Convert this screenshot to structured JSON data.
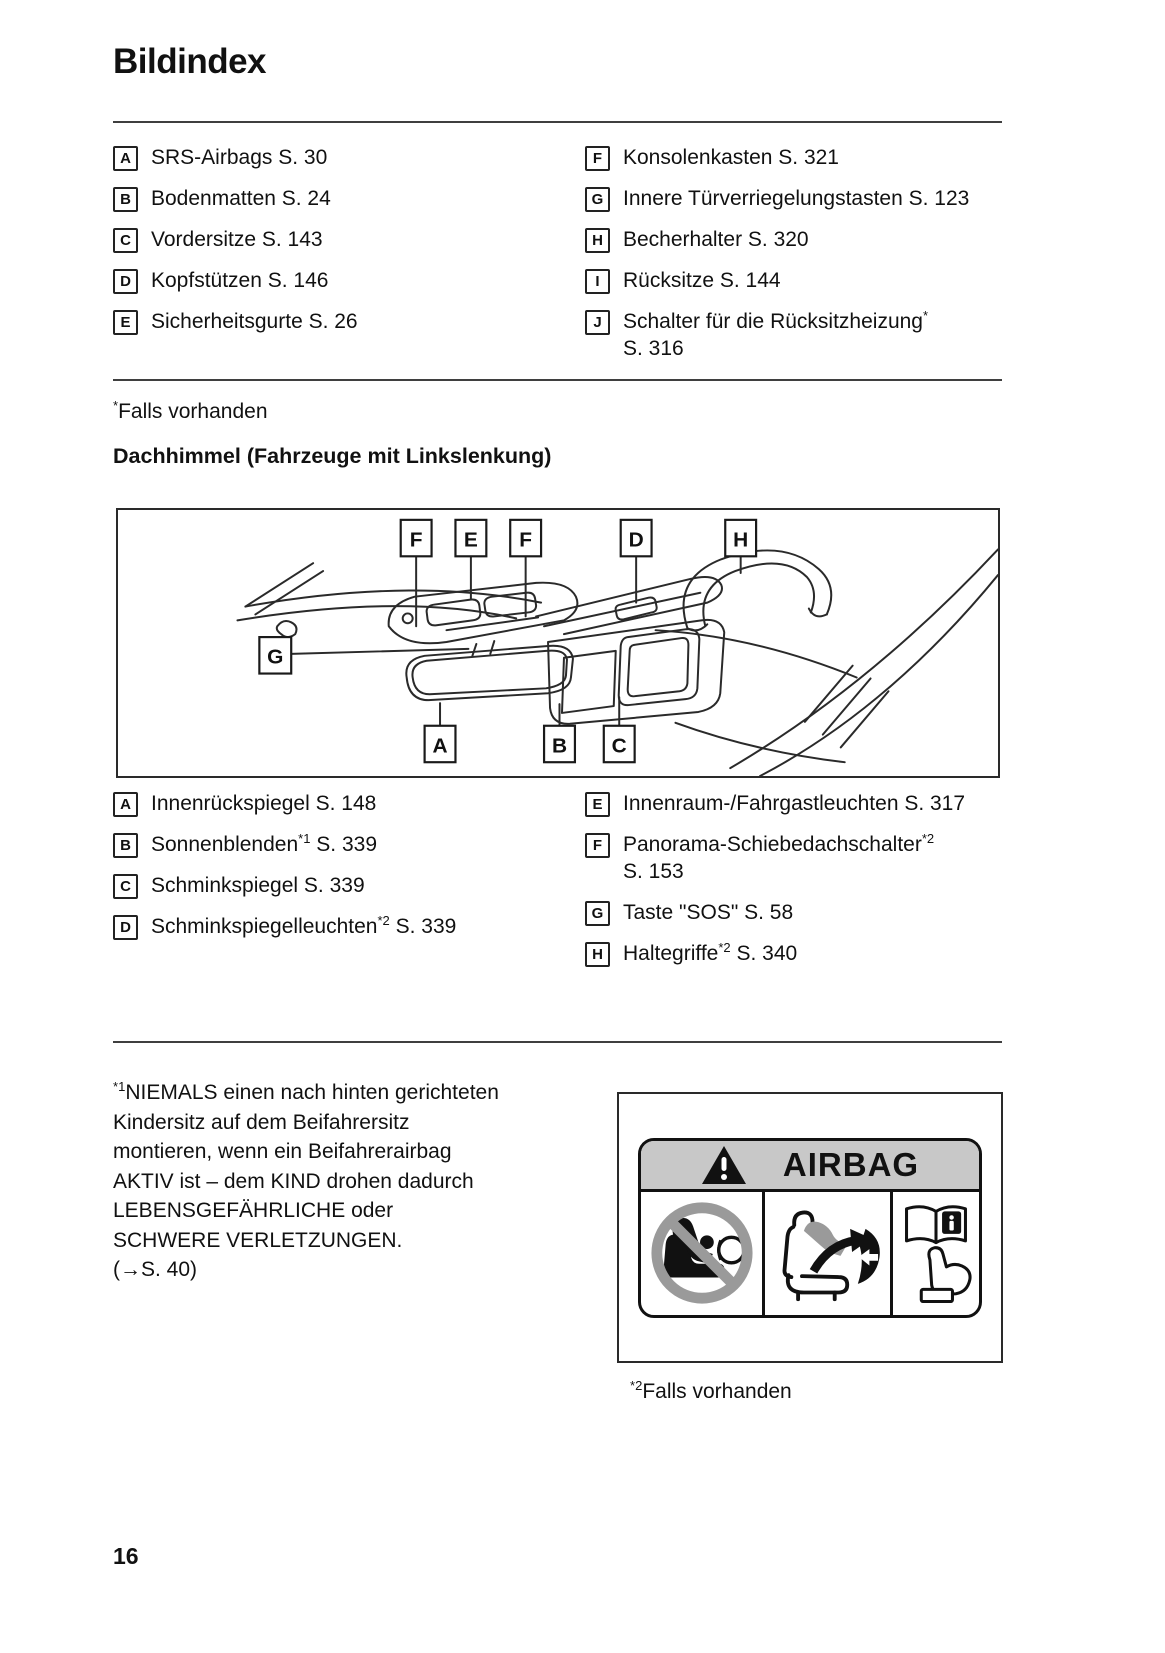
{
  "page": {
    "title": "Bildindex",
    "number": "16"
  },
  "list1": {
    "left": [
      {
        "key": "A",
        "text": "SRS-Airbags S. 30"
      },
      {
        "key": "B",
        "text": "Bodenmatten S. 24"
      },
      {
        "key": "C",
        "text": "Vordersitze S. 143"
      },
      {
        "key": "D",
        "text": "Kopfstützen S. 146"
      },
      {
        "key": "E",
        "text": "Sicherheitsgurte S. 26"
      }
    ],
    "right": [
      {
        "key": "F",
        "text": "Konsolenkasten S. 321"
      },
      {
        "key": "G",
        "text": "Innere Türverriegelungstasten S. 123"
      },
      {
        "key": "H",
        "text": "Becherhalter S. 320"
      },
      {
        "key": "I",
        "text": "Rücksitze S. 144"
      },
      {
        "key": "J",
        "text": "Schalter für die Rücksitzheizung",
        "sup": "*",
        "text2": "S. 316"
      }
    ]
  },
  "note_star": {
    "sup": "*",
    "text": "Falls vorhanden"
  },
  "section_heading": "Dachhimmel (Fahrzeuge mit Linkslenkung)",
  "diagram": {
    "callouts": {
      "f1": "F",
      "e": "E",
      "f2": "F",
      "d": "D",
      "h": "H",
      "g": "G",
      "a": "A",
      "b": "B",
      "c": "C"
    }
  },
  "list2": {
    "left": [
      {
        "key": "A",
        "text": "Innenrückspiegel S. 148"
      },
      {
        "key": "B",
        "text": "Sonnenblenden",
        "sup": "*1",
        "text2": " S. 339"
      },
      {
        "key": "C",
        "text": "Schminkspiegel S. 339"
      },
      {
        "key": "D",
        "text": "Schminkspiegelleuchten",
        "sup": "*2",
        "text2": " S. 339"
      }
    ],
    "right": [
      {
        "key": "E",
        "text": "Innenraum-/Fahrgastleuchten S. 317"
      },
      {
        "key": "F",
        "text": "Panorama-Schiebedachschalter",
        "sup": "*2",
        "text2": "S. 153"
      },
      {
        "key": "G",
        "text": "Taste \"SOS\" S. 58"
      },
      {
        "key": "H",
        "text": "Haltegriffe",
        "sup": "*2",
        "text2": " S. 340"
      }
    ]
  },
  "footnote1": {
    "sup": "*1",
    "text": "NIEMALS einen nach hinten gerichteten Kindersitz auf dem Beifahrersitz montieren, wenn ein Beifahrerairbag AKTIV ist – dem KIND drohen dadurch LEBENSGEFÄHRLICHE oder SCHWERE VERLETZUNGEN.",
    "text2": "(→S. 40)"
  },
  "footnote2": {
    "sup": "*2",
    "text": "Falls vorhanden"
  },
  "airbag_label": {
    "header_text": "AIRBAG"
  },
  "colors": {
    "text": "#111111",
    "label_header_bg": "#c8c8c8",
    "prohibition_gray": "#9a9a9a",
    "line": "#2a2a2a"
  }
}
